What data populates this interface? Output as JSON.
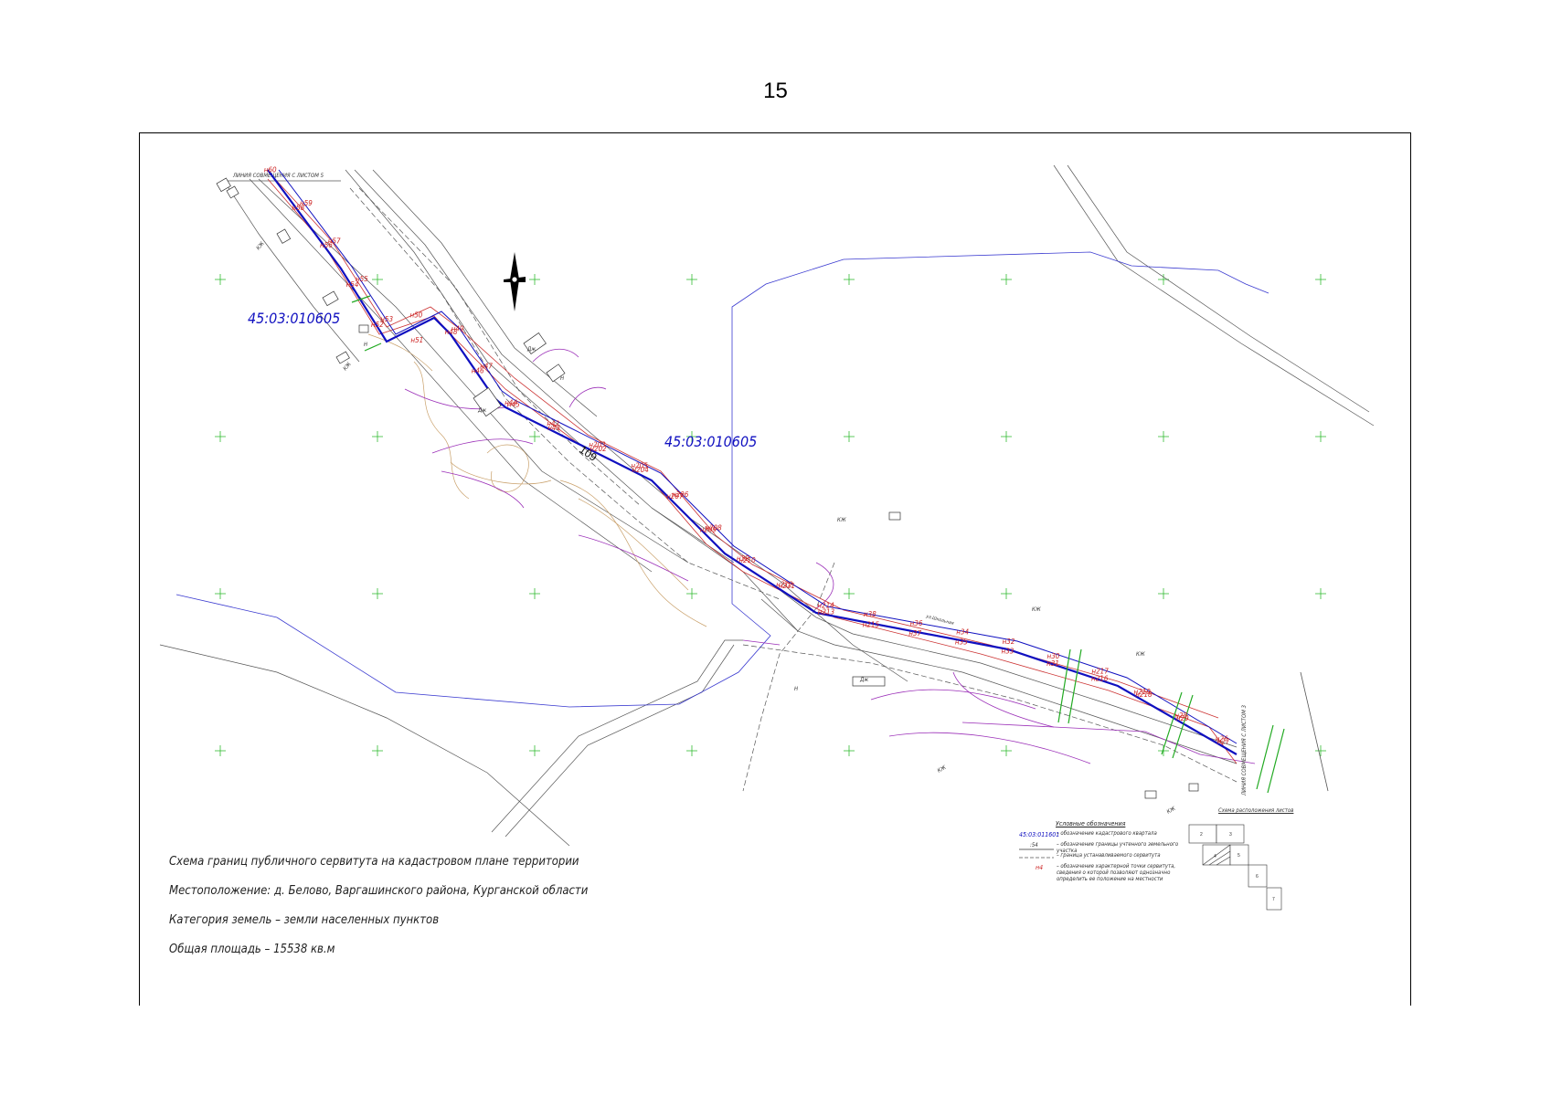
{
  "page": {
    "number": "15"
  },
  "map": {
    "top_line_label": "ЛИНИЯ СОВМЕЩЕНИЯ С ЛИСТОМ 5",
    "right_line_label": "ЛИНИЯ СОВМЕЩЕНИЯ С ЛИСТОМ 3",
    "quarter_labels": [
      "45:03:010605",
      "45:03:010605"
    ],
    "boundary_number": "109",
    "street_label": "ул.Школьная",
    "building_labels": [
      "КЖ",
      "КЖ",
      "КЖ",
      "КЖ",
      "КЖ",
      "КЖ",
      "КЖ",
      "Н",
      "Н",
      "Н",
      "Дж",
      "Дж",
      "Дж"
    ],
    "points": [
      "н60",
      "н59",
      "н58",
      "н57",
      "н56",
      "н55",
      "н54",
      "н53",
      "н52",
      "н51",
      "н50",
      "н49",
      "н48",
      "н47",
      "н46",
      "н45",
      "н44",
      "н43",
      "н42",
      "н202",
      "н203",
      "н204",
      "н205",
      "н206",
      "н207",
      "н208",
      "н209",
      "н210",
      "н39",
      "н211",
      "н212",
      "н213",
      "н214",
      "н215",
      "н38",
      "н37",
      "н36",
      "н35",
      "н34",
      "н33",
      "н32",
      "н31",
      "н30",
      "н216",
      "н217",
      "н218",
      "н219",
      "н29",
      "н28",
      "н27",
      "н26"
    ],
    "colors": {
      "boundary": "#1010c0",
      "points": "#cc2222",
      "contours": "#c9a06a",
      "utilities": "#9b2fb8",
      "servitude": "#22aa22",
      "grid_cross": "#33bb33"
    }
  },
  "legend": {
    "title": "Условные обозначения",
    "items": [
      {
        "symbol": "45:03:011601",
        "text": "– обозначение кадастрового квартала"
      },
      {
        "symbol": ":54",
        "text": "– обозначение границы учтенного земельного участка"
      },
      {
        "symbol": "",
        "text": "– граница устанавливаемого сервитута"
      },
      {
        "symbol": "н4",
        "text": "– обозначение характерной точки сервитута, сведения о которой позволяют однозначно определить ее положение на местности"
      }
    ]
  },
  "scheme": {
    "title": "Схема расположения листов",
    "sheets": [
      "2",
      "3",
      "4",
      "5",
      "6",
      "7"
    ]
  },
  "captions": {
    "title": "Схема границ публичного сервитута на кадастровом плане территории",
    "location": "Местоположение:  д. Белово, Варгашинского района, Курганской области",
    "category": "Категория земель – земли населенных пунктов",
    "area": "Общая площадь – 15538 кв.м"
  }
}
